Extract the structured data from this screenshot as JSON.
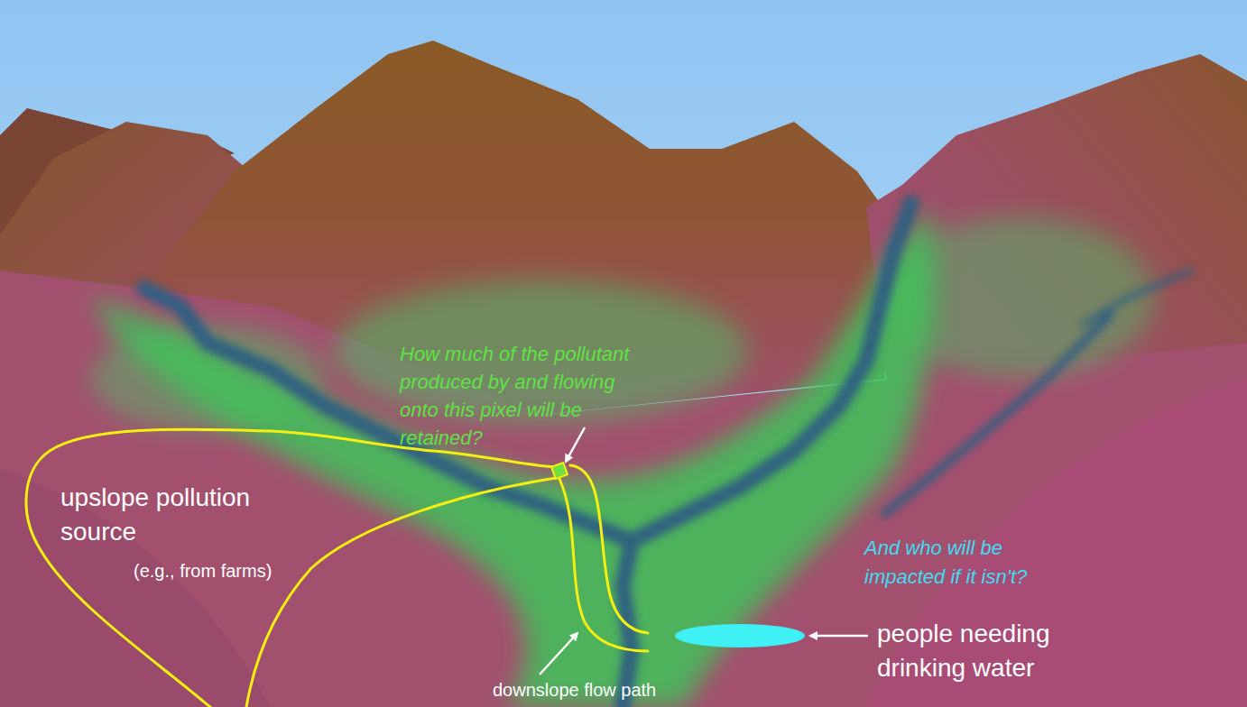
{
  "diagram": {
    "nodes": [
      {
        "text": [
          "upslope pollution source",
          "(e.g., from farms)"
        ]
      }
    ],
    "labels": [
      "How much of the pollutant produced by and flowing onto this pixel will be retained?",
      "downslope flow path",
      "And who will be impacted if it isn't?",
      "people needing drinking water"
    ]
  }
}
